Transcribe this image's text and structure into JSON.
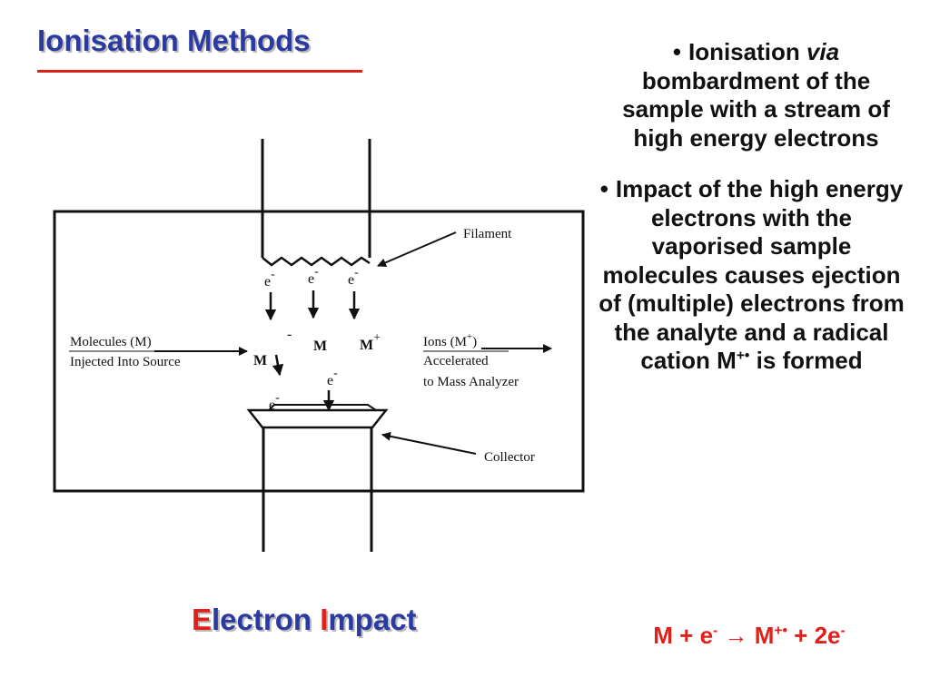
{
  "slide": {
    "title": "Ionisation Methods",
    "caption_first": "E",
    "caption_mid": "lectron ",
    "caption_hl": "I",
    "caption_end": "mpact"
  },
  "diagram": {
    "filament_label": "Filament",
    "collector_label": "Collector",
    "molecules_line1": "Molecules (M)",
    "molecules_line2": "Injected Into Source",
    "ions_line1": "Ions (M",
    "ions_sup": "+",
    "ions_close": ")",
    "ions_line2": "Accelerated",
    "ions_line3": "to Mass Analyzer",
    "electron_symbol": "e",
    "electron_charge": "-",
    "molecule_symbol": "M",
    "ion_symbol": "M",
    "ion_charge": "+"
  },
  "bullets": {
    "bullet_char": "•",
    "b1_lead": "Ionisation ",
    "b1_italic": "via",
    "b1_rest": " bombardment of the sample with a stream of high energy electrons",
    "b2_text": "Impact of the high energy electrons with the vaporised sample molecules causes ejection of (multiple) electrons from the analyte and a radical cation M",
    "b2_sup": "+•",
    "b2_end": " is formed"
  },
  "equation": {
    "m1": "M",
    "plus1": " + ",
    "e": "e",
    "e_sup": "-",
    "arrow": " → ",
    "m2": "M",
    "m2_sup": "+•",
    "plus2": " + ",
    "e2": "2e",
    "e2_sup": "-"
  }
}
